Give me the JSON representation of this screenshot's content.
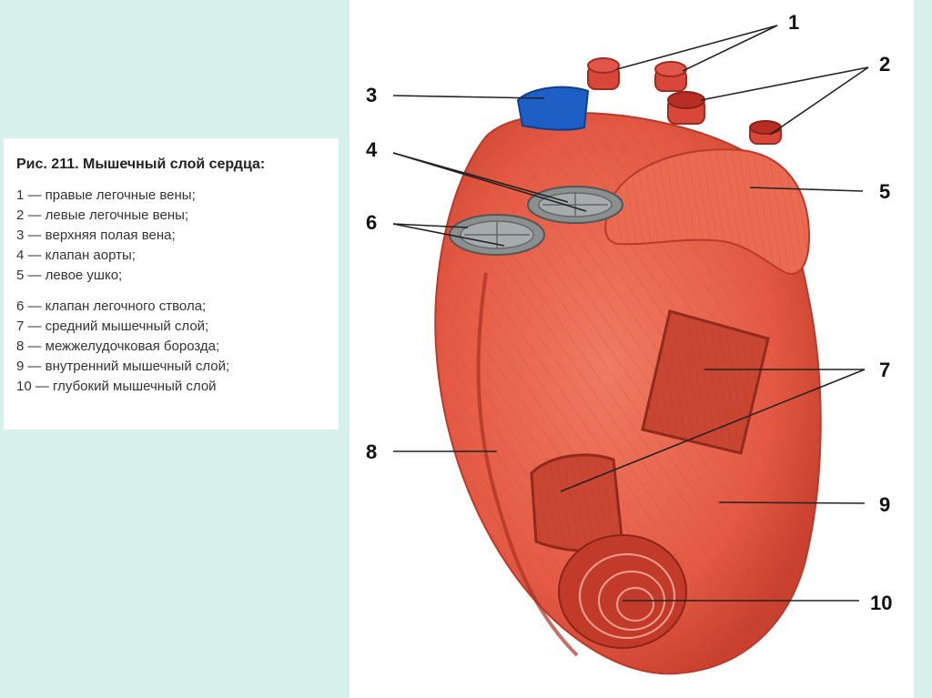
{
  "caption": {
    "title": "Рис. 211. Мышечный слой сердца:",
    "items": [
      "1 — правые легочные вены;",
      "2 — левые легочные вены;",
      "3 — верхняя полая вена;",
      "4 — клапан аорты;",
      "5 — левое ушко;",
      "6 — клапан легочного ствола;",
      "7 — средний мышечный слой;",
      "8 — межжелудочковая борозда;",
      "9 — внутренний мышечный слой;",
      "10 — глубокий мышечный слой"
    ]
  },
  "labels": [
    "1",
    "2",
    "3",
    "4",
    "5",
    "6",
    "7",
    "8",
    "9",
    "10"
  ],
  "colors": {
    "background": "#d6f0ec",
    "muscle": "#e8604a",
    "muscle_dark": "#c23a2a",
    "vein_blue": "#1d5fc4",
    "valve_gray": "#8a8f90"
  }
}
